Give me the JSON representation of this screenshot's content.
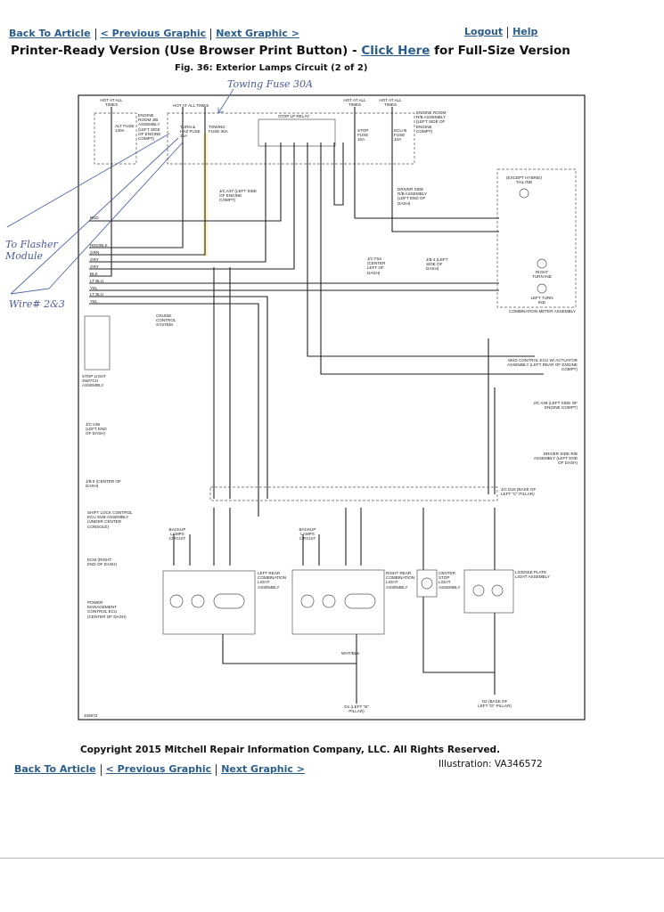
{
  "nav": {
    "back": "Back To Article",
    "prev": "< Previous Graphic",
    "next": "Next Graphic >",
    "logout": "Logout",
    "help": "Help"
  },
  "header": {
    "printer_ready": "Printer-Ready Version (Use Browser Print Button) - ",
    "click_here": "Click Here",
    "full_size": " for Full-Size Version",
    "caption": "Fig. 36: Exterior Lamps Circuit (2 of 2)"
  },
  "handwritten": {
    "towing_fuse": "Towing Fuse 30A",
    "flasher": "To Flasher Module",
    "wire": "Wire# 2&3"
  },
  "diagram": {
    "hot1": "HOT AT ALL TIMES",
    "hot2": "HOT AT ALL TIMES",
    "hot3": "HOT AT ALL TIMES",
    "hot4": "HOT AT ALL TIMES",
    "alt_fuse": "ALT FUSE 140A",
    "engine_jb": "ENGINE ROOM J/B ASSEMBLY (LEFT SIDE OF ENGINE COMPT)",
    "turn_haz": "TURN & HAZ FUSE 15A",
    "towing": "TOWING FUSE 30A",
    "relay": "STOP LP RELAY",
    "stop_fuse": "STOP FUSE 10A",
    "ecub_fuse": "ECU-B FUSE 10A",
    "engine_rb": "ENGINE ROOM R/B ASSEMBLY (LEFT SIDE OF ENGINE COMPT)",
    "jc_a37": "J/C A37 (LEFT SIDE OF ENGINE COMPT)",
    "driver_rb": "DRIVER SIDE R/B ASSEMBLY (LEFT END OF DASH)",
    "tail_ind": "(EXCEPT HYBRID) TAIL IND",
    "jc_f54": "J/C F54 (CENTER LEFT OF DASH)",
    "jb4": "J/B 4 (LEFT SIDE OF DASH)",
    "right_turn": "RIGHT TURN IND",
    "left_turn": "LEFT TURN IND",
    "combo_meter": "COMBINATION METER ASSEMBLY",
    "w1": "RED",
    "w2": "RED/BLK",
    "w3": "GRN",
    "w4": "GRY",
    "w5": "GRY",
    "w6": "BLK",
    "w7": "LT BLU",
    "w8": "YEL",
    "w9": "LT BLU",
    "w10": "YEL",
    "cruise": "CRUISE CONTROL SYSTEM",
    "stop_switch": "STOP LIGHT SWITCH ASSEMBLY",
    "skid": "SKID CONTROL ECU W/ ACTUATOR ASSEMBLY (LEFT REAR OF ENGINE COMPT)",
    "jc_a39": "J/C A39 (LEFT SIDE OF ENGINE COMPT)",
    "driver_rb2": "DRIVER SIDE R/B ASSEMBLY (LEFT END OF DASH)",
    "jc_a36": "J/C A36 (LEFT END OF DASH)",
    "jb5": "J/B 5 (CENTER OF DASH)",
    "shift_lock": "SHIFT LOCK CONTROL ECU SUB-ASSEMBLY (UNDER CENTER CONSOLE)",
    "ecm": "ECM (RIGHT END OF DASH)",
    "pm_ecu": "POWER MANAGEMENT CONTROL ECU (CENTER OF DASH)",
    "jc_d19": "J/C D19 (BASE OF LEFT \"C\" PILLAR)",
    "backup1": "BACKUP LAMPS CIRCUIT",
    "backup2": "BACKUP LAMPS CIRCUIT",
    "left_rear": "LEFT REAR COMBINATION LIGHT ASSEMBLY",
    "right_rear": "RIGHT REAR COMBINATION LIGHT ASSEMBLY",
    "center_stop": "CENTER STOP LIGHT ASSEMBLY",
    "license": "LICENSE PLATE LIGHT ASSEMBLY",
    "o1": "O1 (LEFT \"B\" PILLAR)",
    "o2": "O2 (BASE OF LEFT \"D\" PILLAR)",
    "wht_blk": "WHT/BLK",
    "id": "346572"
  },
  "footer": {
    "copyright": "Copyright 2015 Mitchell Repair Information Company, LLC.  All Rights Reserved.",
    "illustration": "Illustration: VA346572"
  }
}
